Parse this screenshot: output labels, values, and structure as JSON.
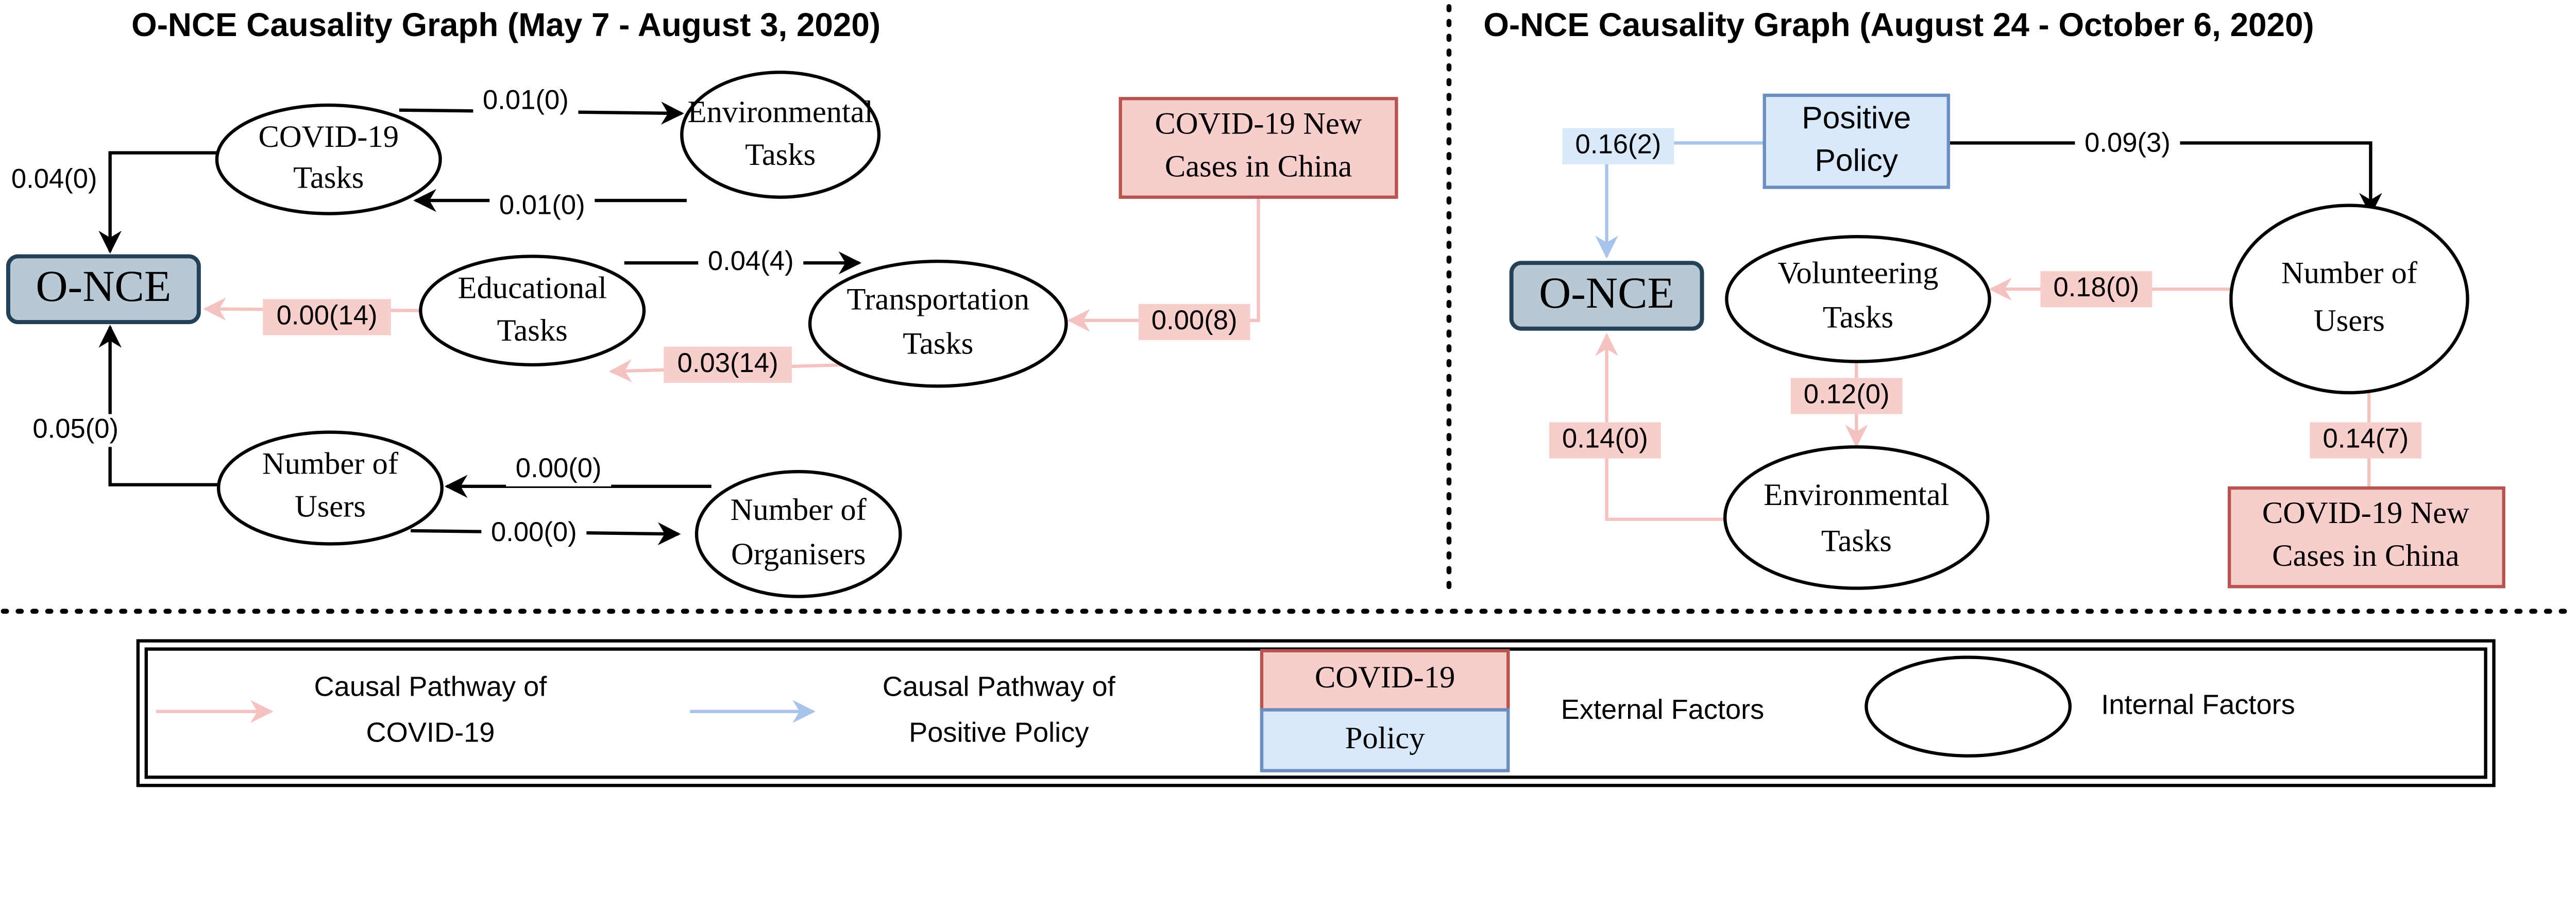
{
  "left_graph": {
    "title": "O-NCE Causality Graph  (May 7 - August 3, 2020)",
    "nodes": {
      "once": "O-NCE",
      "covid_tasks": [
        "COVID-19",
        "Tasks"
      ],
      "environmental_tasks": [
        "Environmental",
        "Tasks"
      ],
      "educational_tasks": [
        "Educational",
        "Tasks"
      ],
      "transportation_tasks": [
        "Transportation",
        "Tasks"
      ],
      "new_cases": [
        "COVID-19 New",
        "Cases in China"
      ],
      "number_of_users": [
        "Number of",
        "Users"
      ],
      "number_of_organisers": [
        "Number of",
        "Organisers"
      ]
    },
    "edges": {
      "covid_to_env": "0.01(0)",
      "env_to_covid": "0.01(0)",
      "covid_to_once": "0.04(0)",
      "edu_to_transport": "0.04(4)",
      "transport_to_edu": "0.03(14)",
      "edu_to_once": "0.00(14)",
      "newcases_to_transport": "0.00(8)",
      "users_to_once": "0.05(0)",
      "organisers_to_users": "0.00(0)",
      "users_to_organisers": "0.00(0)"
    }
  },
  "right_graph": {
    "title": "O-NCE Causality Graph  (August 24 - October 6, 2020)",
    "nodes": {
      "once": "O-NCE",
      "positive_policy": [
        "Positive",
        "Policy"
      ],
      "volunteering_tasks": [
        "Volunteering",
        "Tasks"
      ],
      "number_of_users": [
        "Number of",
        "Users"
      ],
      "environmental_tasks": [
        "Environmental",
        "Tasks"
      ],
      "new_cases": [
        "COVID-19 New",
        "Cases in China"
      ]
    },
    "edges": {
      "policy_to_once": "0.16(2)",
      "policy_to_users": "0.09(3)",
      "users_to_volunteering": "0.18(0)",
      "volunteering_to_env": "0.12(0)",
      "env_to_once": "0.14(0)",
      "newcases_to_users": "0.14(7)"
    }
  },
  "legend": {
    "covid_pathway": [
      "Causal Pathway of",
      "COVID-19"
    ],
    "policy_pathway": [
      "Causal Pathway of",
      "Positive Policy"
    ],
    "external_box_top": "COVID-19",
    "external_box_bottom": "Policy",
    "external_label": "External Factors",
    "internal_label": "Internal Factors"
  },
  "colors": {
    "once_fill": "#b8c8d4",
    "once_stroke": "#23425a",
    "covid_fill": "#f8cecc",
    "covid_stroke": "#b85450",
    "policy_fill": "#dae8fc",
    "policy_stroke": "#6c8ebf",
    "covid_arrow": "#f4c2c0",
    "policy_arrow": "#a9c4eb"
  }
}
